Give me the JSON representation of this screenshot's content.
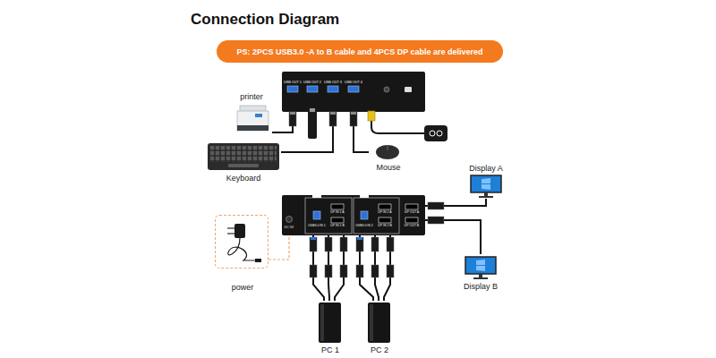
{
  "diagram": {
    "title": "Connection Diagram",
    "nodes": [
      {
        "text": [
          "PS: 2PCS USB3.0 -A to B cable and 4PCS DP cable are delivered"
        ]
      },
      {
        "text": [
          "USB OUT 1",
          "USB OUT 2",
          "USB OUT 3",
          "USB OUT 4"
        ]
      },
      {
        "text": [
          "printer"
        ]
      },
      {
        "text": [
          "Keyboard"
        ]
      },
      {
        "text": [
          "Mouse"
        ]
      },
      {
        "text": [
          "DC 5V",
          "USB3.0 IN 1",
          "DP IN 1 A",
          "DP IN 1 B",
          "USB3.0 IN 2",
          "DP IN 2 A",
          "DP IN 2 B",
          "DP OUT A",
          "DP OUT B"
        ]
      },
      {
        "text": [
          "power"
        ]
      },
      {
        "text": [
          "Display A"
        ]
      },
      {
        "text": [
          "Display B"
        ]
      },
      {
        "text": [
          "PC 1"
        ]
      },
      {
        "text": [
          "PC 2"
        ]
      }
    ],
    "edges": [
      {
        "from": 1,
        "to": 2,
        "arrow": "none"
      },
      {
        "from": 1,
        "to": 3,
        "arrow": "none"
      },
      {
        "from": 1,
        "to": 4,
        "arrow": "none"
      },
      {
        "from": 6,
        "to": 5,
        "arrow": "none"
      },
      {
        "from": 5,
        "to": 7,
        "arrow": "none"
      },
      {
        "from": 5,
        "to": 8,
        "arrow": "none"
      },
      {
        "from": 5,
        "to": 9,
        "arrow": "none"
      },
      {
        "from": 5,
        "to": 9,
        "arrow": "none"
      },
      {
        "from": 5,
        "to": 9,
        "arrow": "none"
      },
      {
        "from": 5,
        "to": 10,
        "arrow": "none"
      },
      {
        "from": 5,
        "to": 10,
        "arrow": "none"
      },
      {
        "from": 5,
        "to": 10,
        "arrow": "none"
      }
    ]
  }
}
